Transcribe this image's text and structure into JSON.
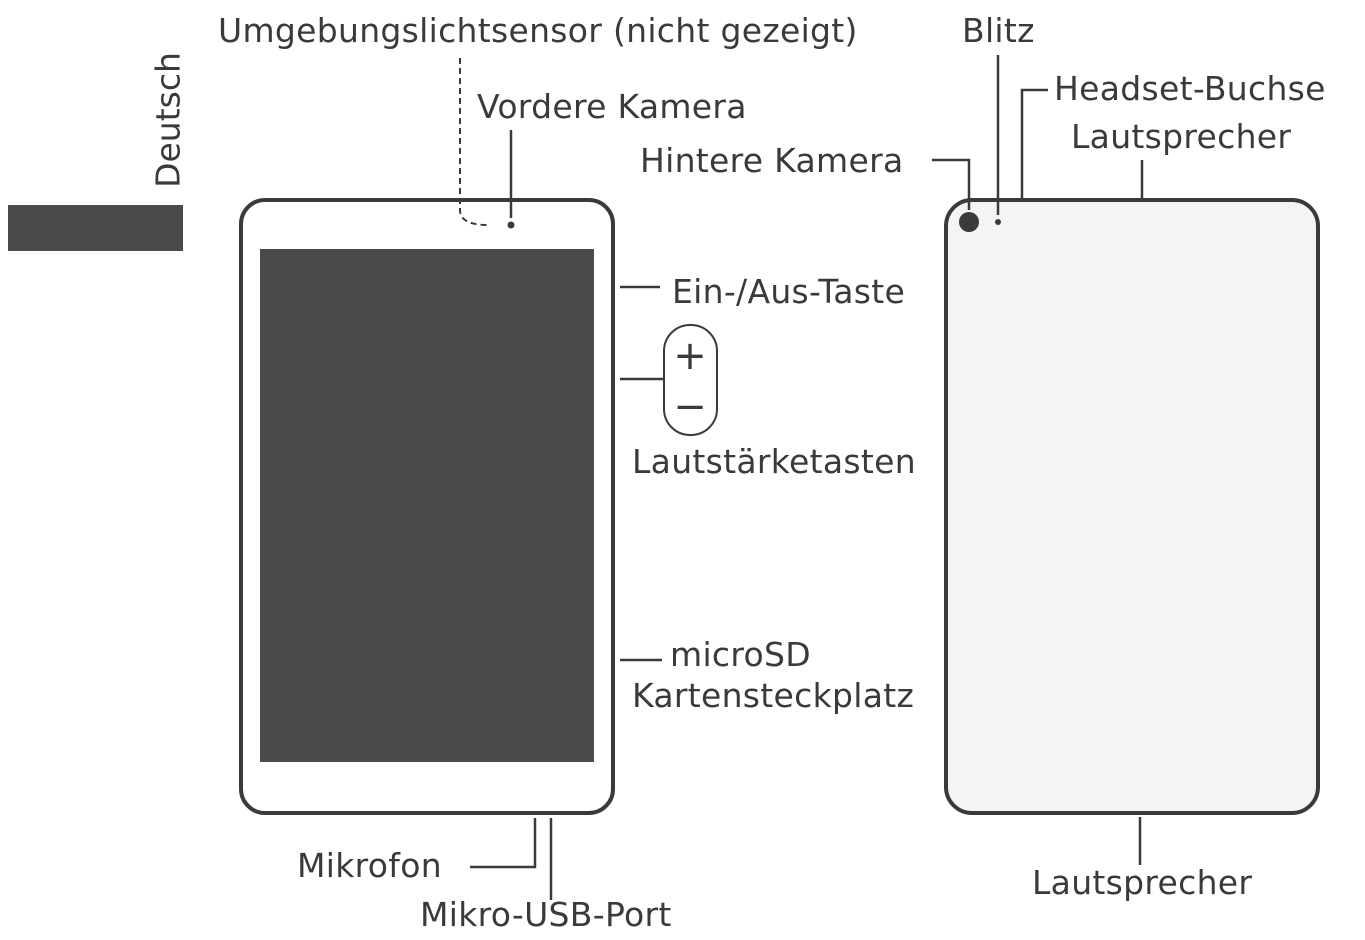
{
  "side_tab": {
    "language": "Deutsch"
  },
  "labels": {
    "ambient_light_sensor": "Umgebungslichtsensor (nicht gezeigt)",
    "front_camera": "Vordere Kamera",
    "flash": "Blitz",
    "headset_jack": "Headset-Buchse",
    "speaker_top": "Lautsprecher",
    "rear_camera": "Hintere Kamera",
    "power_button": "Ein-/Aus-Taste",
    "volume_keys": "Lautstärketasten",
    "microsd_line1": "microSD",
    "microsd_line2": "Kartensteckplatz",
    "microphone": "Mikrofon",
    "micro_usb": "Mikro-USB-Port",
    "speaker_bottom": "Lautsprecher"
  },
  "volume_symbols": {
    "plus": "+",
    "minus": "−"
  },
  "colors": {
    "outline": "#3a3a3a",
    "screen": "#4b4b4b",
    "back_panel": "#f4f4f4",
    "text": "#3a3a3a"
  }
}
